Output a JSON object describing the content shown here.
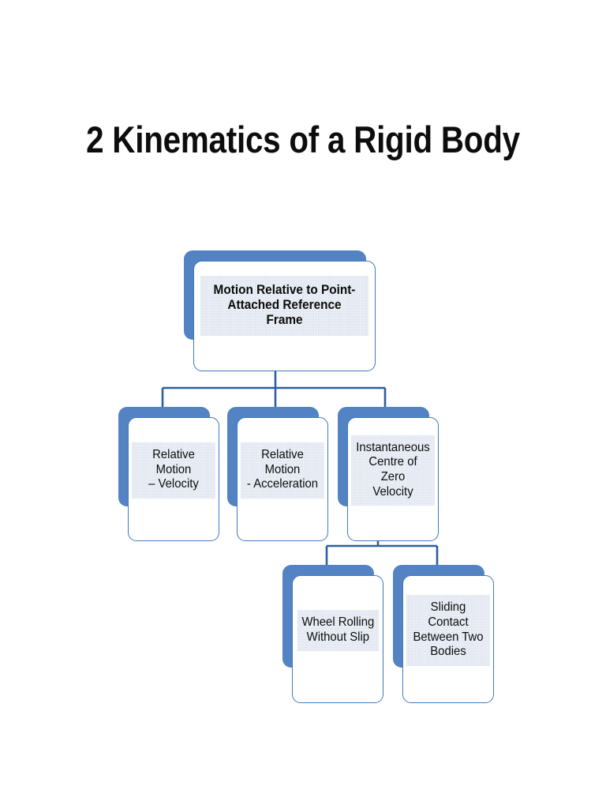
{
  "slide": {
    "title": "2 Kinematics of a Rigid Body",
    "background_color": "#ffffff"
  },
  "theme": {
    "node_shadow_color": "#5383c3",
    "node_face_color": "#ffffff",
    "node_border_color": "#4178be",
    "connector_color": "#2e5f9e",
    "text_color": "#0c0c0c",
    "label_panel_color": "#f4f6fa"
  },
  "diagram": {
    "type": "hierarchy-tree",
    "root": {
      "id": "motion-relative-frame",
      "label": "Motion Relative to Point-\nAttached Reference Frame"
    },
    "level2": [
      {
        "id": "relative-motion-velocity",
        "label": "Relative Motion\n– Velocity"
      },
      {
        "id": "relative-motion-acceleration",
        "label": "Relative Motion\n- Acceleration"
      },
      {
        "id": "instantaneous-centre-zero-velocity",
        "label": "Instantaneous\nCentre of Zero\nVelocity"
      }
    ],
    "level3": [
      {
        "id": "wheel-rolling-without-slip",
        "label": "Wheel Rolling\nWithout Slip"
      },
      {
        "id": "sliding-contact-between-two-bodies",
        "label": "Sliding Contact\nBetween Two\nBodies"
      }
    ]
  }
}
